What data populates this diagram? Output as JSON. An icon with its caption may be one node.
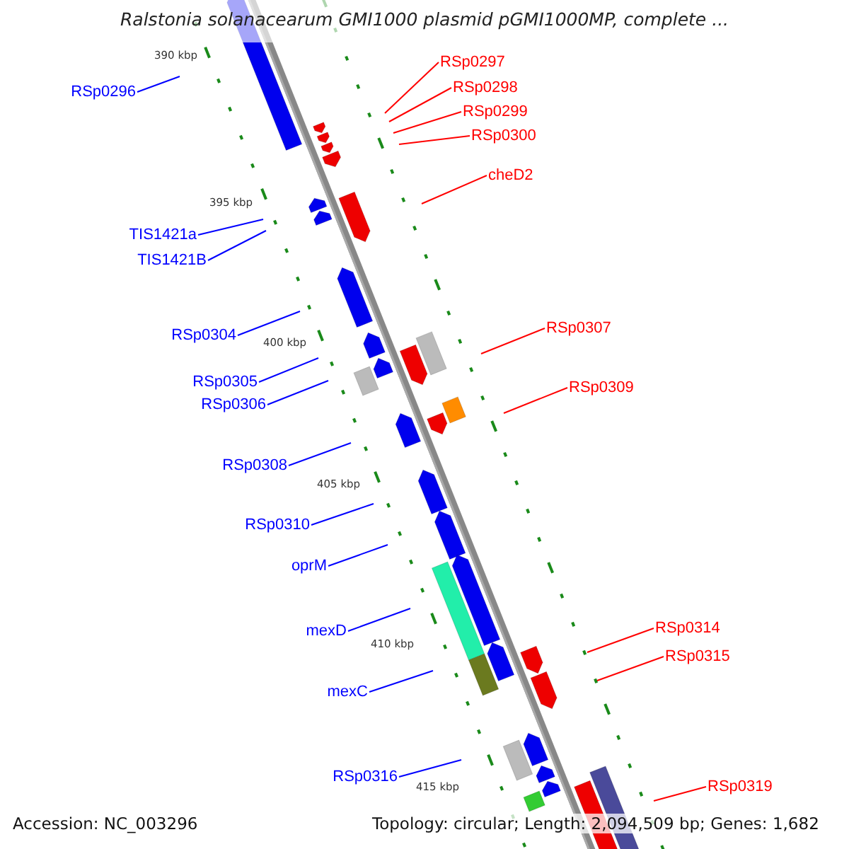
{
  "diagram": {
    "title": "Ralstonia solanacearum GMI1000 plasmid pGMI1000MP, complete ...",
    "nodes": [
      {
        "text": [
          "RSp0297"
        ]
      },
      {
        "text": [
          "RSp0296"
        ]
      },
      {
        "text": [
          "RSp0298"
        ]
      },
      {
        "text": [
          "RSp0299"
        ]
      },
      {
        "text": [
          "RSp0300"
        ]
      },
      {
        "text": [
          "cheD2"
        ]
      },
      {
        "text": [
          "TIS1421a"
        ]
      },
      {
        "text": [
          "TIS1421B"
        ]
      },
      {
        "text": [
          "RSp0304"
        ]
      },
      {
        "text": [
          "RSp0307"
        ]
      },
      {
        "text": [
          "RSp0305"
        ]
      },
      {
        "text": [
          "RSp0309"
        ]
      },
      {
        "text": [
          "RSp0306"
        ]
      },
      {
        "text": [
          "RSp0308"
        ]
      },
      {
        "text": [
          "RSp0310"
        ]
      },
      {
        "text": [
          "oprM"
        ]
      },
      {
        "text": [
          "RSp0314"
        ]
      },
      {
        "text": [
          "mexD"
        ]
      },
      {
        "text": [
          "RSp0315"
        ]
      },
      {
        "text": [
          "mexC"
        ]
      },
      {
        "text": [
          "RSp0319"
        ]
      },
      {
        "text": [
          "RSp0316"
        ]
      }
    ],
    "edges": [
      {
        "from": 0,
        "to": null,
        "arrow": "none",
        "color": "#ff0000"
      },
      {
        "from": 1,
        "to": null,
        "arrow": "none"
      },
      {
        "from": 2,
        "to": null,
        "arrow": "none",
        "color": "#ff0000"
      },
      {
        "from": 3,
        "to": null,
        "arrow": "none",
        "color": "#ff0000"
      },
      {
        "from": 4,
        "to": null,
        "arrow": "none",
        "color": "#ff0000"
      },
      {
        "from": 5,
        "to": null,
        "arrow": "none",
        "color": "#ff0000"
      },
      {
        "from": 6,
        "to": null,
        "arrow": "none"
      },
      {
        "from": 7,
        "to": null,
        "arrow": "none"
      },
      {
        "from": 8,
        "to": null,
        "arrow": "none"
      },
      {
        "from": 9,
        "to": null,
        "arrow": "none",
        "color": "#ff0000"
      },
      {
        "from": 10,
        "to": null,
        "arrow": "none"
      },
      {
        "from": 11,
        "to": null,
        "arrow": "none",
        "color": "#ff0000"
      },
      {
        "from": 12,
        "to": null,
        "arrow": "none"
      },
      {
        "from": 13,
        "to": null,
        "arrow": "none"
      },
      {
        "from": 14,
        "to": null,
        "arrow": "none"
      },
      {
        "from": 15,
        "to": null,
        "arrow": "none"
      },
      {
        "from": 16,
        "to": null,
        "arrow": "none",
        "color": "#ff0000"
      },
      {
        "from": 17,
        "to": null,
        "arrow": "none"
      },
      {
        "from": 18,
        "to": null,
        "arrow": "none",
        "color": "#ff0000"
      },
      {
        "from": 19,
        "to": null,
        "arrow": "none"
      },
      {
        "from": 20,
        "to": null,
        "arrow": "none",
        "color": "#ff0000"
      },
      {
        "from": 21,
        "to": null,
        "arrow": "none"
      }
    ],
    "labels": [
      "390 kbp",
      "395 kbp",
      "400 kbp",
      "405 kbp",
      "410 kbp",
      "415 kbp",
      "Accession: NC_003296",
      "Topology: circular; Length: 2,094,509 bp; Genes: 1,682"
    ]
  }
}
